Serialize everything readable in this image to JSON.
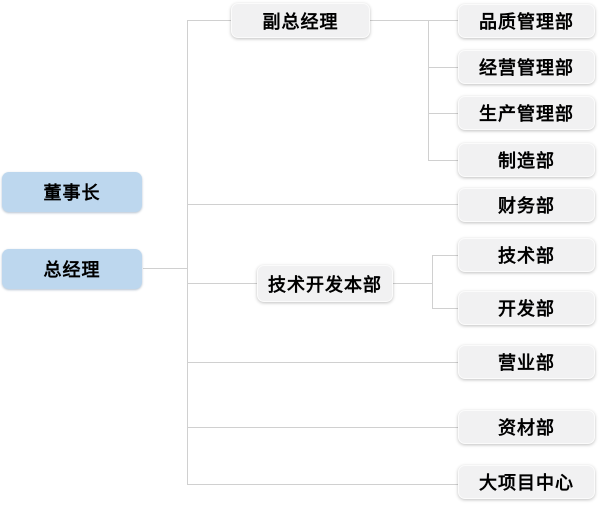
{
  "diagram": {
    "type": "org-chart",
    "nodes": {
      "chairman": {
        "label": "董事长",
        "level": "executive"
      },
      "general_manager": {
        "label": "总经理",
        "level": "executive"
      },
      "deputy_gm": {
        "label": "副总经理",
        "reports_to": "总经理"
      },
      "tech_dev_division": {
        "label": "技术开发本部",
        "reports_to": "总经理"
      },
      "quality_dept": {
        "label": "品质管理部",
        "reports_to": "副总经理"
      },
      "business_mgmt_dept": {
        "label": "经营管理部",
        "reports_to": "副总经理"
      },
      "production_mgmt_dept": {
        "label": "生产管理部",
        "reports_to": "副总经理"
      },
      "manufacturing_dept": {
        "label": "制造部",
        "reports_to": "副总经理"
      },
      "finance_dept": {
        "label": "财务部",
        "reports_to": "总经理"
      },
      "technical_dept": {
        "label": "技术部",
        "reports_to": "技术开发本部"
      },
      "development_dept": {
        "label": "开发部",
        "reports_to": "技术开发本部"
      },
      "sales_dept": {
        "label": "营业部",
        "reports_to": "总经理"
      },
      "materials_dept": {
        "label": "资材部",
        "reports_to": "总经理"
      },
      "major_project_center": {
        "label": "大项目中心",
        "reports_to": "总经理"
      }
    },
    "colors": {
      "executive_fill": "#BDD7EE",
      "department_fill": "#F1F1F2",
      "connector": "#D0D0D0",
      "text": "#000000"
    }
  }
}
